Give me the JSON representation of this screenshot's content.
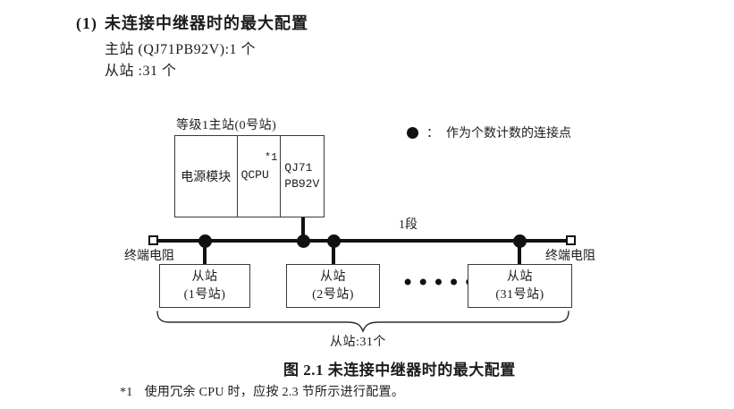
{
  "header": {
    "number": "(1)",
    "title": "未连接中继器时的最大配置",
    "master_line": "主站 (QJ71PB92V):1 个",
    "slave_line": "从站 :31 个"
  },
  "diagram": {
    "master_label": "等级1主站(0号站)",
    "master_cells": {
      "power": "电源模块",
      "cpu": "QCPU",
      "cpu_note": "*1",
      "network": "QJ71\nPB92V"
    },
    "legend": {
      "separator": "：",
      "text": "作为个数计数的连接点"
    },
    "segment_label": "1段",
    "terminator_left": "终端电阻",
    "terminator_right": "终端电阻",
    "slaves": [
      {
        "name": "从站",
        "station": "(1号站)"
      },
      {
        "name": "从站",
        "station": "(2号站)"
      },
      {
        "name": "从站",
        "station": "(31号站)"
      }
    ],
    "ellipsis": "••••••",
    "brace_label": "从站:31个"
  },
  "caption": "图 2.1 未连接中继器时的最大配置",
  "footnote": {
    "ref": "*1",
    "text": "使用冗余 CPU 时，应按 2.3 节所示进行配置。"
  }
}
